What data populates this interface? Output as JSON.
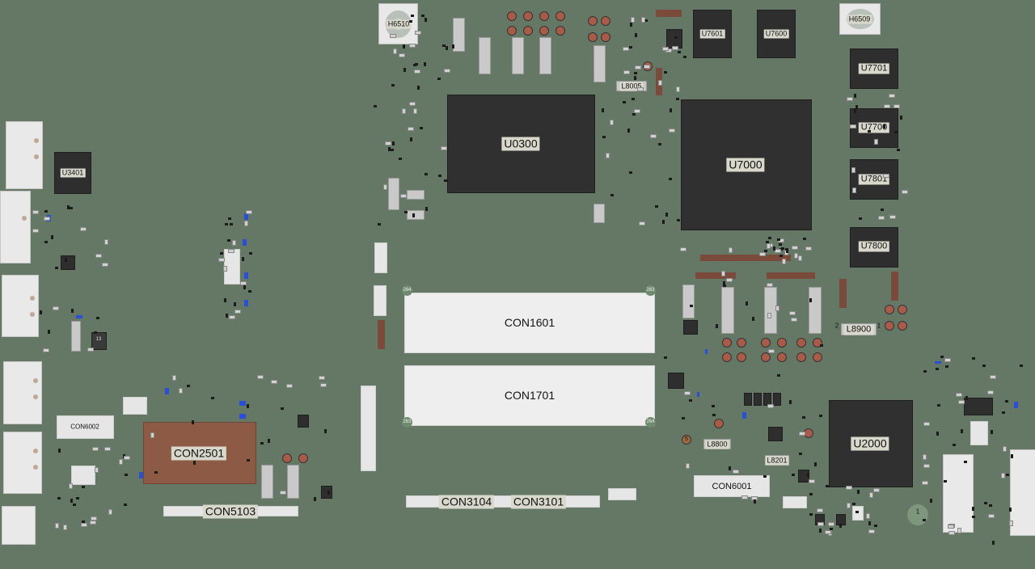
{
  "board": {
    "colors": {
      "pcb": "#657866",
      "chip": "#2e2e2e",
      "connector": "#e6e6e6",
      "copper": "#8c5a45",
      "label_bg": "#d8d8cc"
    }
  },
  "chips": {
    "u0300": "U0300",
    "u7000": "U7000",
    "u2000": "U2000",
    "u7601": "U7601",
    "u7600": "U7600",
    "u7701": "U7701",
    "u7700": "U7700",
    "u7801": "U7801",
    "u7800": "U7800",
    "u3401": "U3401"
  },
  "connectors": {
    "con1601": "CON1601",
    "con1701": "CON1701",
    "con2501": "CON2501",
    "con5103": "CON5103",
    "con3104": "CON3104",
    "con3101": "CON3101",
    "con6001": "CON6001",
    "con6002": "CON6002"
  },
  "inductors": {
    "l8005": "L8005",
    "l8900": "L8900",
    "l8800": "L8800",
    "l8201": "L8201"
  },
  "holes": {
    "h6510": "H6510",
    "h6509": "H6509"
  },
  "pin_markers": {
    "con1601_left": "264",
    "con1601_right": "263",
    "con1701_left": "263",
    "con1701_right": "264",
    "l8900_left": "2",
    "l8900_right": "1",
    "l8800_pin": "5",
    "fiducial": "1",
    "left_small": "13"
  }
}
